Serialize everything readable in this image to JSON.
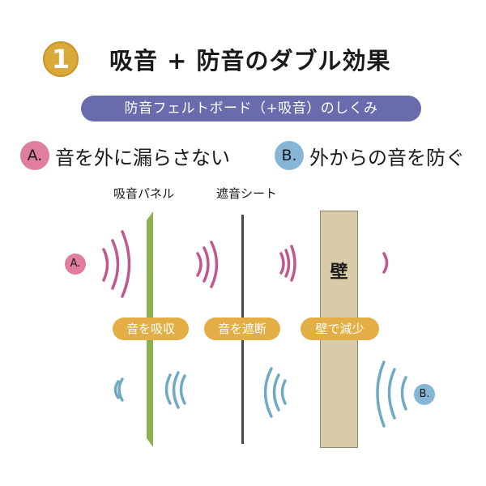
{
  "header": {
    "step_number": "1",
    "title": "吸音 + 防音のダブル効果"
  },
  "subheader": {
    "label": "防音フェルトボード（+吸音）のしくみ"
  },
  "goals": [
    {
      "badge": "A.",
      "text": "音を外に漏らさない",
      "color": "#e07ea0"
    },
    {
      "badge": "B.",
      "text": "外からの音を防ぐ",
      "color": "#86b6d6"
    }
  ],
  "layers": {
    "absorption_panel": {
      "label": "吸音パネル",
      "color": "#8db14e"
    },
    "sound_barrier_sheet": {
      "label": "遮音シート",
      "color": "#4a4a4a"
    },
    "wall": {
      "label": "壁",
      "color": "#d8cca8"
    }
  },
  "effects": [
    {
      "text": "音を吸収"
    },
    {
      "text": "音を遮断"
    },
    {
      "text": "壁で減少"
    }
  ],
  "sources": {
    "a": "A.",
    "b": "B."
  },
  "wave_colors": {
    "outgoing": "#c2578f",
    "incoming": "#6fa9c3"
  }
}
